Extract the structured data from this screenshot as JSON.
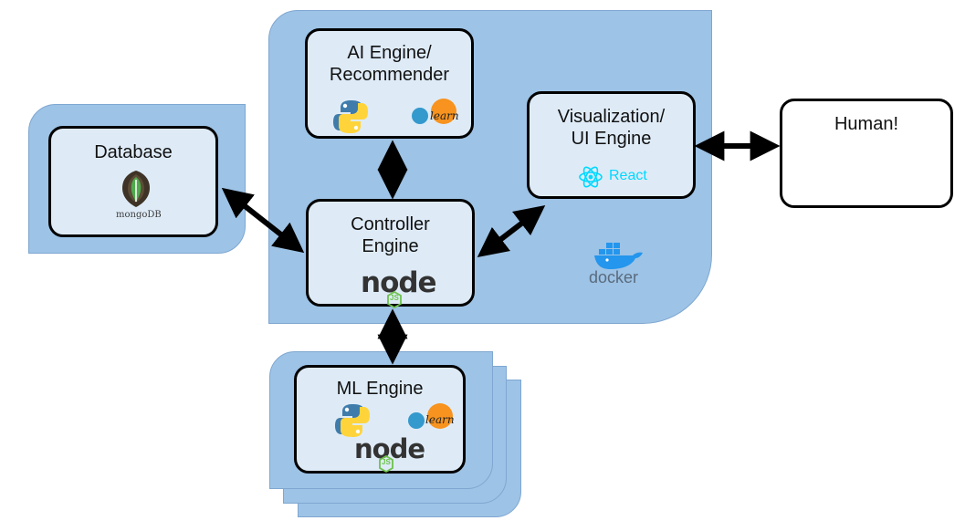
{
  "nodes": {
    "database": {
      "label": "Database",
      "logo_text": "mongoDB",
      "icon": "mongodb-icon"
    },
    "ai_engine": {
      "label": "AI Engine/\nRecommender",
      "logo_text": "learn",
      "icons": [
        "python-icon",
        "scikit-learn-icon"
      ]
    },
    "visualization_engine": {
      "label": "Visualization/\nUI Engine",
      "logo_text": "React",
      "icon": "react-icon"
    },
    "controller_engine": {
      "label": "Controller\nEngine",
      "logo_text": "node",
      "sub_logo_text": "JS",
      "icon": "nodejs-icon"
    },
    "ml_engine": {
      "label": "ML Engine",
      "logo_text": "learn",
      "node_logo_text": "node",
      "node_sub_logo_text": "JS",
      "icons": [
        "python-icon",
        "scikit-learn-icon",
        "nodejs-icon"
      ]
    },
    "human": {
      "label": "Human!"
    }
  },
  "docker": {
    "label": "docker",
    "icon": "docker-icon"
  },
  "colors": {
    "container_fill": "#9dc3e6",
    "container_stroke": "#7fa7d1",
    "node_fill": "#deebf7",
    "node_stroke": "#000000",
    "arrow": "#000000",
    "react": "#00d8ff",
    "python_blue": "#3f7cac",
    "python_yellow": "#ffd43b",
    "sklearn_orange": "#f7931e",
    "sklearn_blue": "#3499cd",
    "mongodb_green": "#4fa94d",
    "node_green": "#6cc24a",
    "docker_blue": "#2496ed"
  }
}
